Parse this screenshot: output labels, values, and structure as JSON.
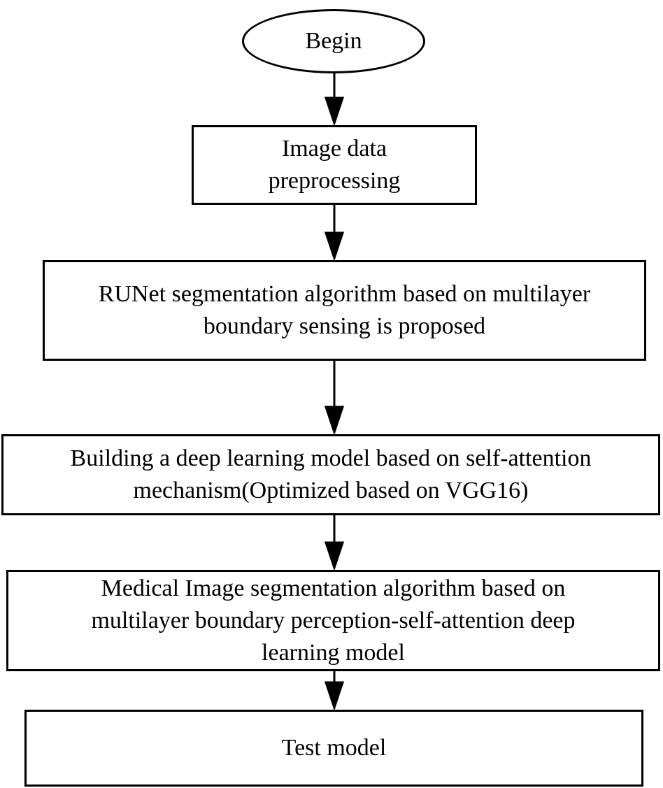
{
  "flowchart": {
    "begin": "Begin",
    "step1": {
      "line1": "Image data",
      "line2": "preprocessing"
    },
    "step2": {
      "line1": "RUNet segmentation algorithm based on multilayer",
      "line2": "boundary sensing is proposed"
    },
    "step3": {
      "line1": "Building a deep learning model based on self-attention",
      "line2": "mechanism(Optimized based on VGG16)"
    },
    "step4": {
      "line1": "Medical Image segmentation algorithm based on",
      "line2": "multilayer boundary perception-self-attention deep",
      "line3": "learning model"
    },
    "step5": "Test model"
  }
}
